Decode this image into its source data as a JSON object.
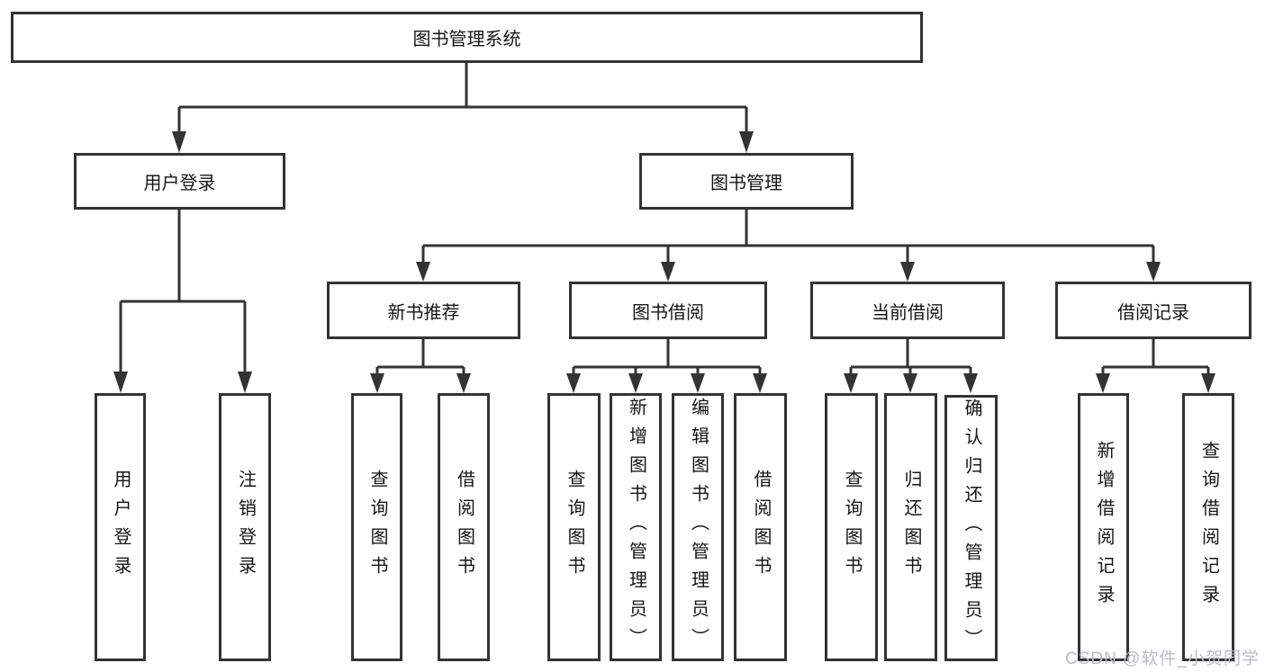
{
  "nodes": {
    "root": "图书管理系统",
    "user_login": "用户登录",
    "book_management": "图书管理",
    "new_book_recommend": "新书推荐",
    "book_borrow": "图书借阅",
    "current_borrow": "当前借阅",
    "borrow_records": "借阅记录",
    "leaf_user_login": "用户登录",
    "leaf_logout": "注销登录",
    "leaf_query_book_1": "查询图书",
    "leaf_borrow_book_1": "借阅图书",
    "leaf_query_book_2": "查询图书",
    "leaf_add_book_admin": "新增图书（管理员）",
    "leaf_edit_book_admin": "编辑图书（管理员）",
    "leaf_borrow_book_2": "借阅图书",
    "leaf_query_book_3": "查询图书",
    "leaf_return_book": "归还图书",
    "leaf_confirm_return_admin": "确认归还（管理员）",
    "leaf_add_borrow_record": "新增借阅记录",
    "leaf_query_borrow_record": "查询借阅记录"
  },
  "edges": [
    [
      "图书管理系统",
      "用户登录"
    ],
    [
      "图书管理系统",
      "图书管理"
    ],
    [
      "用户登录",
      "用户登录"
    ],
    [
      "用户登录",
      "注销登录"
    ],
    [
      "图书管理",
      "新书推荐"
    ],
    [
      "图书管理",
      "图书借阅"
    ],
    [
      "图书管理",
      "当前借阅"
    ],
    [
      "图书管理",
      "借阅记录"
    ],
    [
      "新书推荐",
      "查询图书"
    ],
    [
      "新书推荐",
      "借阅图书"
    ],
    [
      "图书借阅",
      "查询图书"
    ],
    [
      "图书借阅",
      "新增图书（管理员）"
    ],
    [
      "图书借阅",
      "编辑图书（管理员）"
    ],
    [
      "图书借阅",
      "借阅图书"
    ],
    [
      "当前借阅",
      "查询图书"
    ],
    [
      "当前借阅",
      "归还图书"
    ],
    [
      "当前借阅",
      "确认归还（管理员）"
    ],
    [
      "借阅记录",
      "新增借阅记录"
    ],
    [
      "借阅记录",
      "查询借阅记录"
    ]
  ],
  "colors": {
    "line": "#333333",
    "text": "#161616",
    "watermark": "#b9bdc3",
    "background": "#ffffff"
  },
  "watermark": "CSDN @软件_小贺同学"
}
